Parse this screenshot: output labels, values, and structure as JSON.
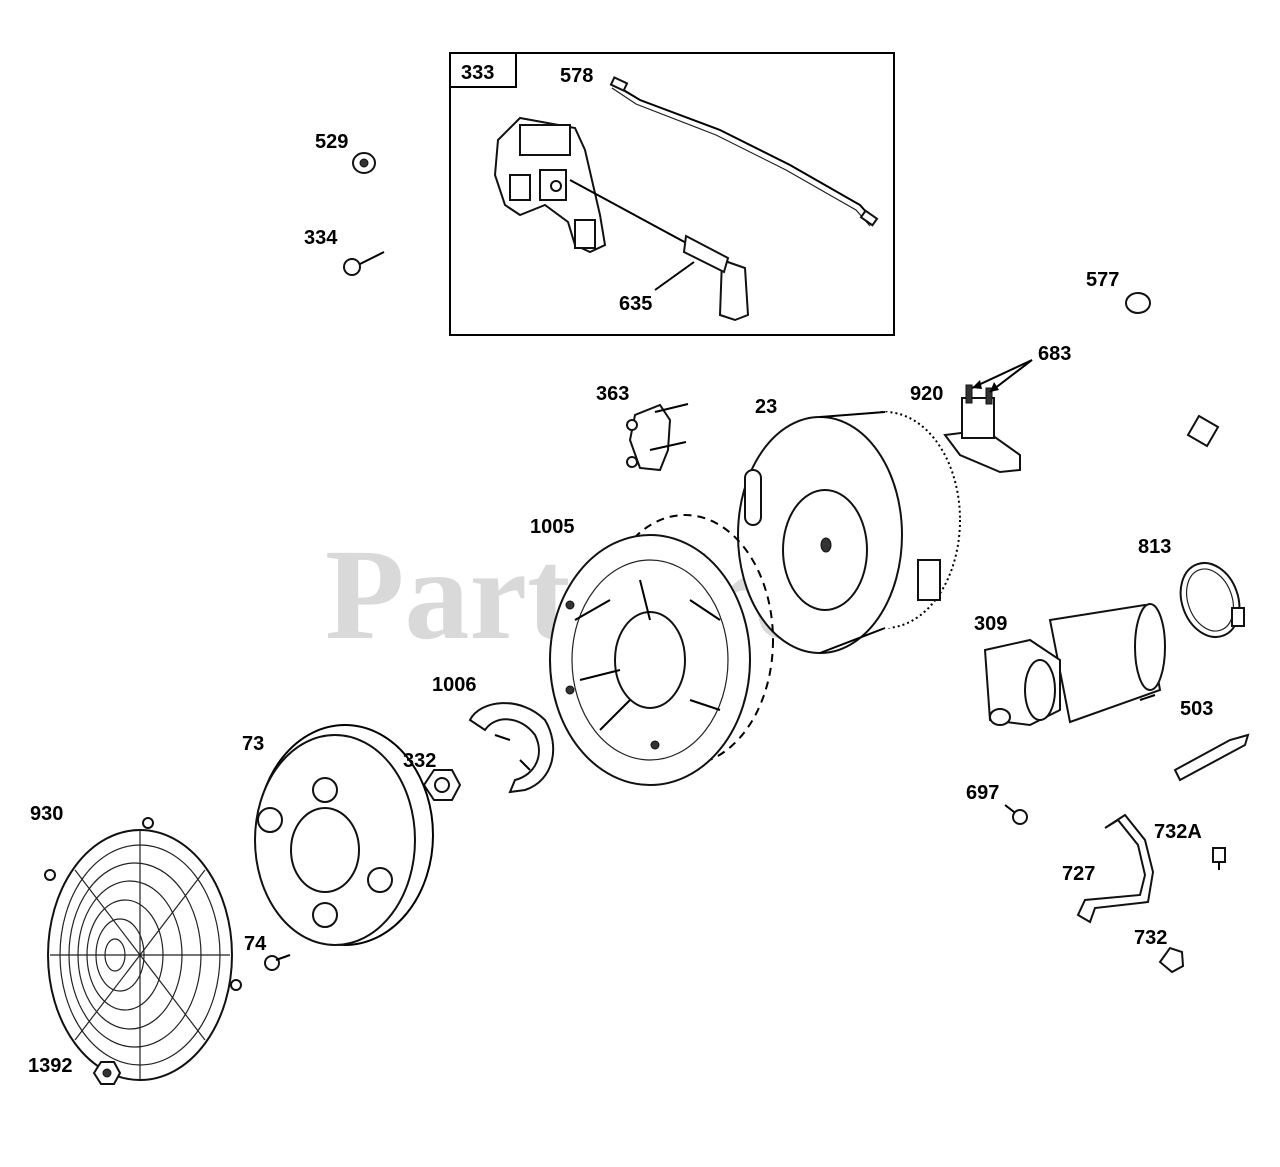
{
  "watermark": "PartsTree",
  "callouts": {
    "c333": "333",
    "c578": "578",
    "c529": "529",
    "c334": "334",
    "c635": "635",
    "c577": "577",
    "c683": "683",
    "c920": "920",
    "c363": "363",
    "c23": "23",
    "c1005": "1005",
    "c813": "813",
    "c309": "309",
    "c1006": "1006",
    "c73": "73",
    "c332": "332",
    "c503": "503",
    "c697": "697",
    "c930": "930",
    "c732A": "732A",
    "c727": "727",
    "c74": "74",
    "c732": "732",
    "c1392": "1392"
  }
}
